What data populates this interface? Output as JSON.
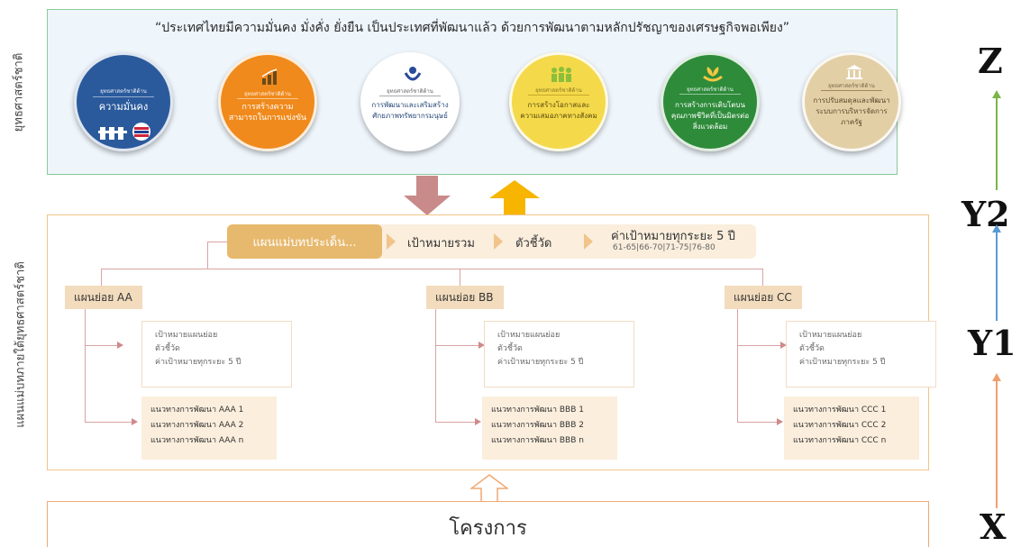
{
  "side_labels": {
    "strategy": "ยุทธศาสตร์ชาติ",
    "master_plan": "แผนแม่บทภายใต้ยุทธศาสตร์ชาติ"
  },
  "vision": "“ประเทศไทยมีความมั่นคง มั่งคั่ง ยั่งยืน เป็นประเทศที่พัฒนาแล้ว ด้วยการพัฒนาตามหลักปรัชญาของเศรษฐกิจพอเพียง”",
  "strategies": [
    {
      "small": "ยุทธศาสตร์ชาติด้าน",
      "name": "ความมั่นคง",
      "color": "#2a5a9c",
      "text_color": "#ffffff",
      "icon": "security-fence-icon"
    },
    {
      "small": "ยุทธศาสตร์ชาติด้าน",
      "name": "การสร้างความสามารถในการแข่งขัน",
      "color": "#f08a1c",
      "text_color": "#ffffff",
      "icon": "growth-chart-icon"
    },
    {
      "small": "ยุทธศาสตร์ชาติด้าน",
      "name": "การพัฒนาและเสริมสร้างศักยภาพทรัพยากรมนุษย์",
      "color": "#ffffff",
      "text_color": "#2a4a7a",
      "icon": "people-care-icon"
    },
    {
      "small": "ยุทธศาสตร์ชาติด้าน",
      "name": "การสร้างโอกาสและความเสมอภาคทางสังคม",
      "color": "#f4d94a",
      "text_color": "#5a4a10",
      "icon": "community-icon"
    },
    {
      "small": "ยุทธศาสตร์ชาติด้าน",
      "name": "การสร้างการเติบโตบนคุณภาพชีวิตที่เป็นมิตรต่อสิ่งแวดล้อม",
      "color": "#2e8b3a",
      "text_color": "#ffffff",
      "icon": "plant-hands-icon"
    },
    {
      "small": "ยุทธศาสตร์ชาติด้าน",
      "name": "การปรับสมดุลและพัฒนาระบบการบริหารจัดการภาครัฐ",
      "color": "#e2cfa6",
      "text_color": "#5a4a2a",
      "icon": "government-building-icon"
    }
  ],
  "header": {
    "master_plan": "แผนแม่บทประเด็น...",
    "overall_target": "เป้าหมายรวม",
    "indicator": "ตัวชี้วัด",
    "target_value": "ค่าเป้าหมายทุกระยะ 5 ปี",
    "periods": "61-65|66-70|71-75|76-80"
  },
  "subplans": [
    {
      "label": "แผนย่อย AA",
      "targets": [
        "เป้าหมายแผนย่อย",
        "ตัวชี้วัด",
        "ค่าเป้าหมายทุกระยะ 5 ปี"
      ],
      "approaches": [
        "แนวทางการพัฒนา AAA 1",
        "แนวทางการพัฒนา AAA 2",
        "แนวทางการพัฒนา AAA n"
      ]
    },
    {
      "label": "แผนย่อย BB",
      "targets": [
        "เป้าหมายแผนย่อย",
        "ตัวชี้วัด",
        "ค่าเป้าหมายทุกระยะ 5 ปี"
      ],
      "approaches": [
        "แนวทางการพัฒนา BBB 1",
        "แนวทางการพัฒนา BBB 2",
        "แนวทางการพัฒนา BBB n"
      ]
    },
    {
      "label": "แผนย่อย CC",
      "targets": [
        "เป้าหมายแผนย่อย",
        "ตัวชี้วัด",
        "ค่าเป้าหมายทุกระยะ 5 ปี"
      ],
      "approaches": [
        "แนวทางการพัฒนา CCC 1",
        "แนวทางการพัฒนา CCC 2",
        "แนวทางการพัฒนา CCC n"
      ]
    }
  ],
  "project": "โครงการ",
  "axis": {
    "z": "Z",
    "y2": "Y2",
    "y1": "Y1",
    "x": "X",
    "colors": {
      "green": "#7ab648",
      "blue": "#5b9bd5",
      "orange": "#f0a070",
      "down_arrow": "#c98a8a",
      "up_arrow": "#f7b500"
    }
  }
}
